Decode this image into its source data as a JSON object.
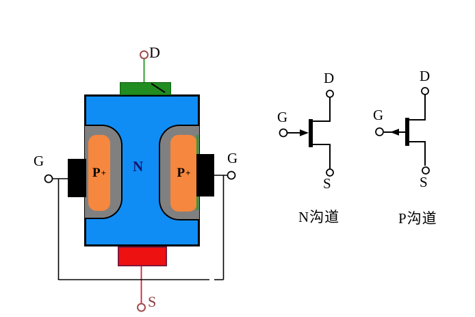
{
  "structure": {
    "drain_label": "D",
    "source_label": "S",
    "gate_left_label": "G",
    "gate_right_label": "G",
    "channel_label": "N",
    "p_region_base": "P",
    "p_region_sup": "+"
  },
  "symbols": {
    "n_channel": {
      "drain_label": "D",
      "gate_label": "G",
      "source_label": "S",
      "caption": "N沟道"
    },
    "p_channel": {
      "drain_label": "D",
      "gate_label": "G",
      "source_label": "S",
      "caption": "P沟道"
    }
  },
  "colors": {
    "body_blue": "#0F8DF5",
    "p_region_orange": "#F5873E",
    "depletion_gray": "#808080",
    "drain_contact_green": "#218C21",
    "green_wire": "#2F9E2F",
    "source_contact_red": "#EE1111",
    "source_contact_border": "#801838",
    "red_wire": "#CC2233",
    "terminal_ring_red": "#A34A4A",
    "s_label_red": "#8B3A3A",
    "n_label_navy": "#14146E",
    "contact_black": "#000000",
    "wire_black": "#000000"
  }
}
